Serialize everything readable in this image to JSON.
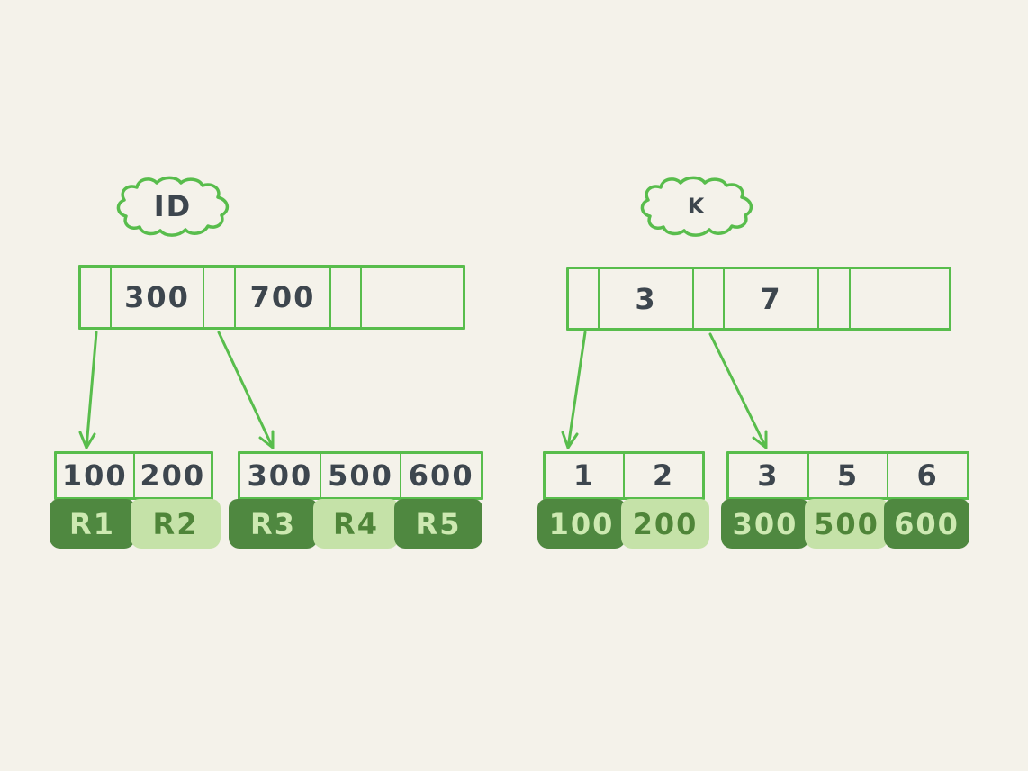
{
  "colors": {
    "bg": "#f4f2ea",
    "ink": "#58bd4c",
    "slate": "#3d464e",
    "darkcell": "#4f8840",
    "lightcell": "#c5e2a8",
    "textondark": "#cde9b1",
    "textonlight": "#4f8539"
  },
  "left_index": {
    "cloud_label": "ID",
    "root": {
      "cells": [
        "",
        "300",
        "",
        "700",
        "",
        ""
      ]
    },
    "leaf1": {
      "keys": [
        "100",
        "200"
      ],
      "records": [
        {
          "text": "R1",
          "tone": "dark"
        },
        {
          "text": "R2",
          "tone": "light"
        }
      ]
    },
    "leaf2": {
      "keys": [
        "300",
        "500",
        "600"
      ],
      "records": [
        {
          "text": "R3",
          "tone": "dark"
        },
        {
          "text": "R4",
          "tone": "light"
        },
        {
          "text": "R5",
          "tone": "dark"
        }
      ]
    }
  },
  "right_index": {
    "cloud_label": "K",
    "root": {
      "cells": [
        "",
        "3",
        "",
        "7",
        "",
        ""
      ]
    },
    "leaf1": {
      "keys": [
        "1",
        "2"
      ],
      "records": [
        {
          "text": "100",
          "tone": "dark"
        },
        {
          "text": "200",
          "tone": "light"
        }
      ]
    },
    "leaf2": {
      "keys": [
        "3",
        "5",
        "6"
      ],
      "records": [
        {
          "text": "300",
          "tone": "dark"
        },
        {
          "text": "500",
          "tone": "light"
        },
        {
          "text": "600",
          "tone": "dark"
        }
      ]
    }
  }
}
